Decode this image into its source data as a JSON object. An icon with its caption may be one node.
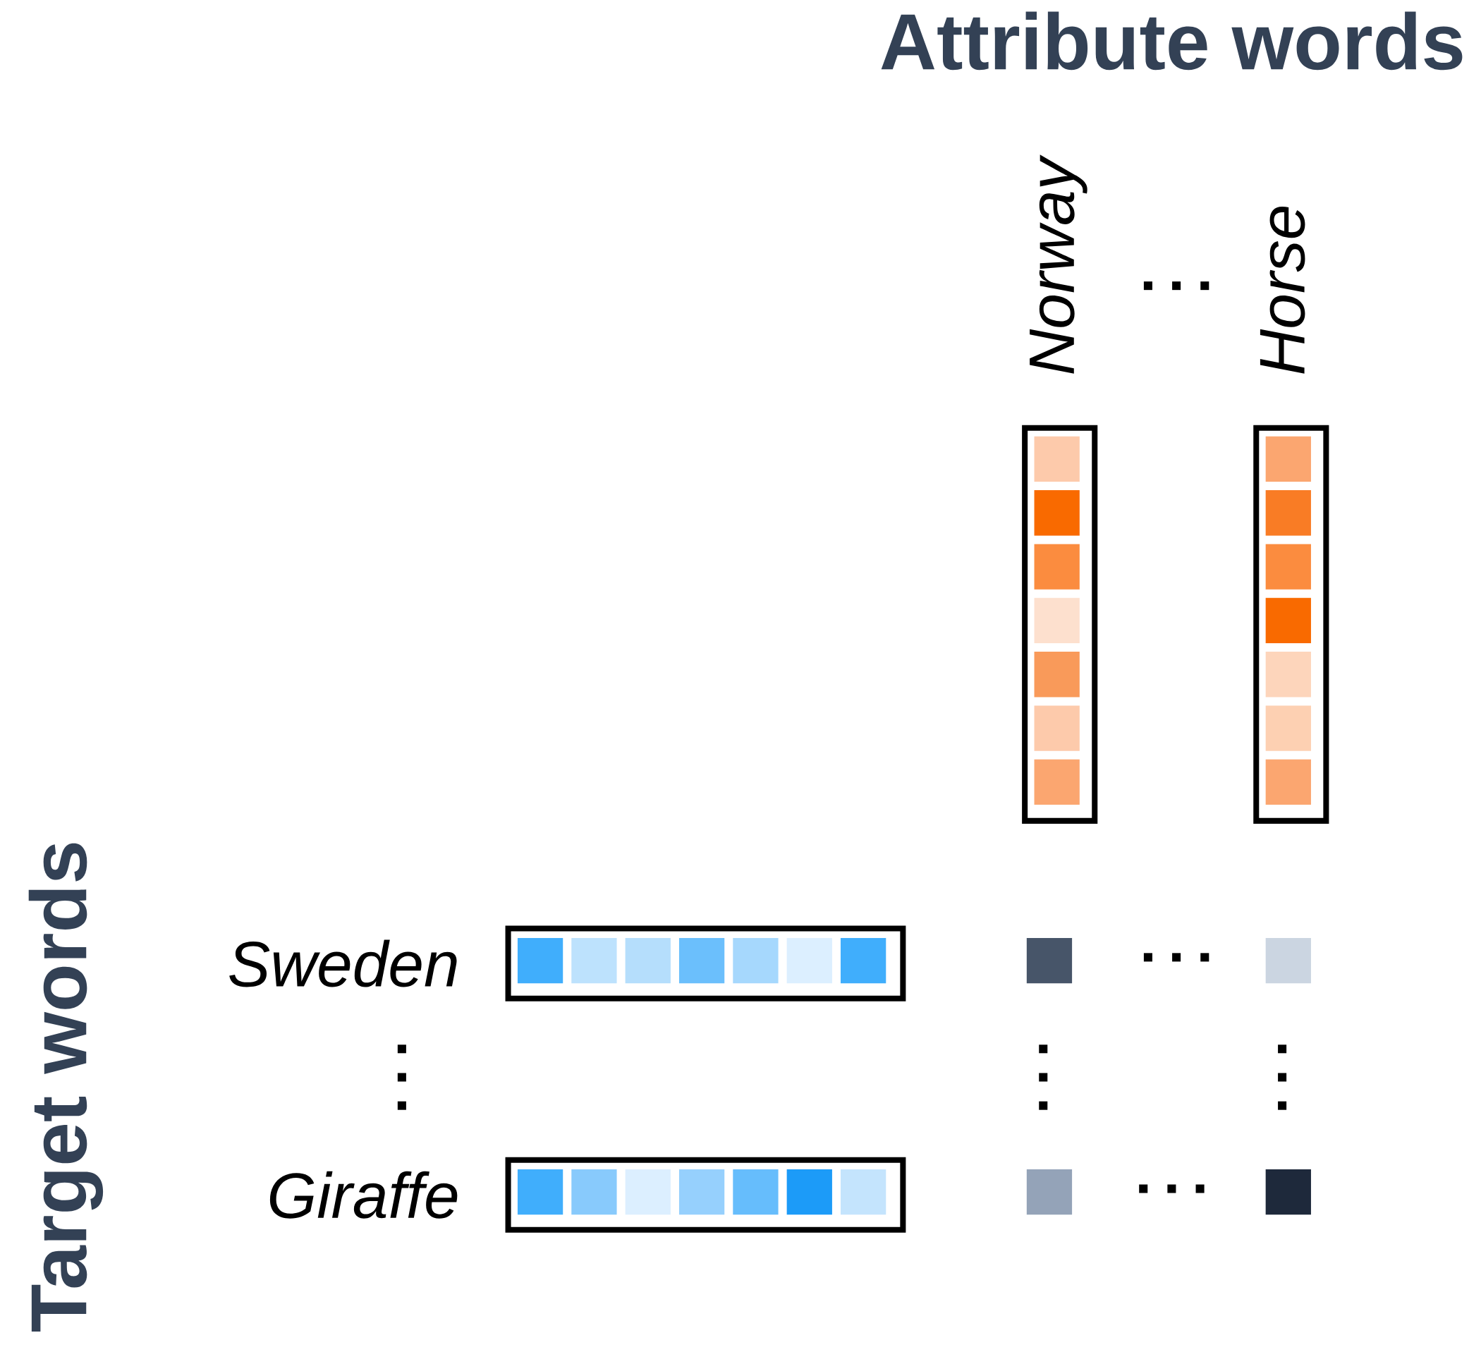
{
  "diagram": {
    "nodes": [
      {
        "text": [
          "Norway"
        ]
      },
      {
        "text": [
          "Horse"
        ]
      },
      {
        "text": [
          "Sweden"
        ]
      },
      {
        "text": [
          "Giraffe"
        ]
      }
    ],
    "labels": [
      "Attribute words",
      "Target words"
    ]
  }
}
